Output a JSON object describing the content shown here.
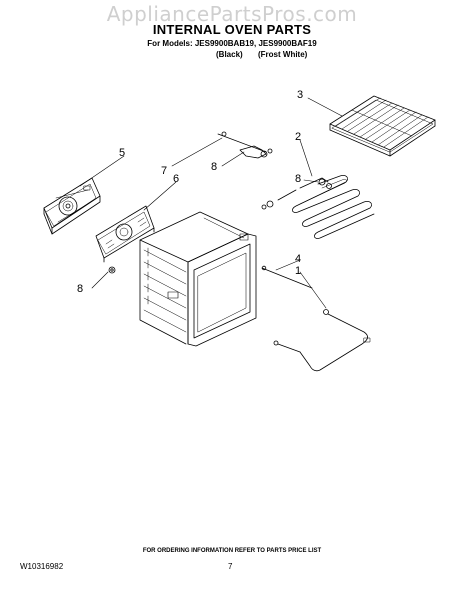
{
  "watermark": "AppliancePartsPros.com",
  "title": "INTERNAL OVEN PARTS",
  "models_line": "For Models: JES9900BAB19, JES9900BAF19",
  "variants": [
    "(Black)",
    "(Frost White)"
  ],
  "callouts": [
    "3",
    "2",
    "8",
    "5",
    "7",
    "8",
    "6",
    "4",
    "1",
    "8"
  ],
  "footer": {
    "ordering_note": "FOR ORDERING INFORMATION REFER TO PARTS PRICE LIST",
    "doc_number": "W10316982",
    "page_number": "7"
  }
}
